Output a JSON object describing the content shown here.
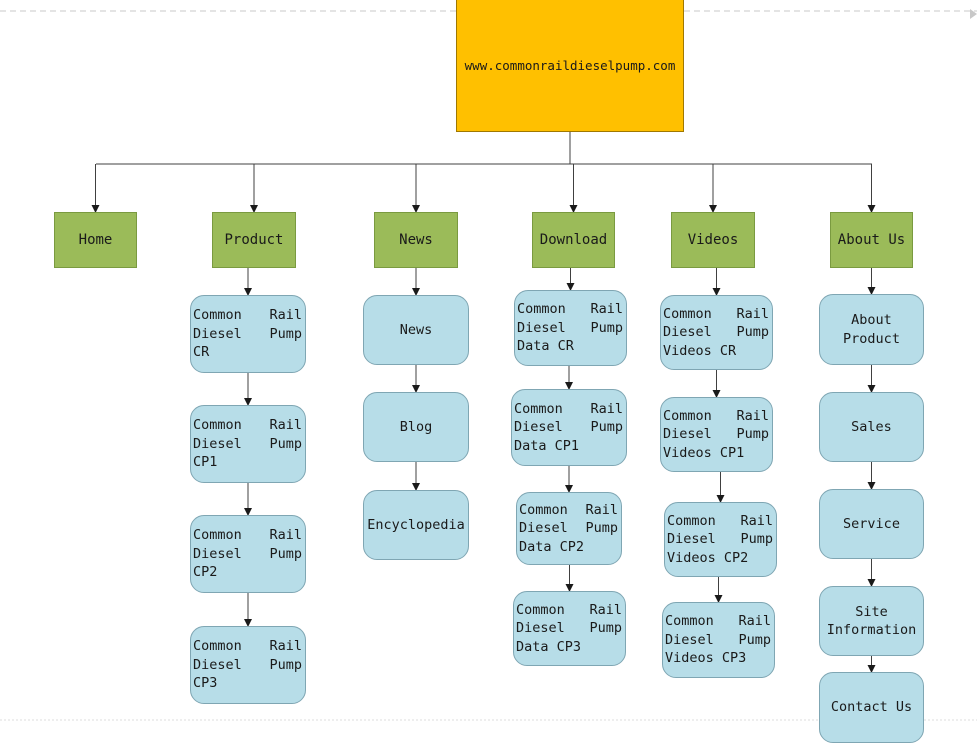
{
  "root": {
    "label": "www.commonraildieselpump.com"
  },
  "categories": [
    {
      "label": "Home",
      "children": []
    },
    {
      "label": "Product",
      "children": [
        "Common Rail Diesel Pump CR",
        "Common Rail Diesel Pump CP1",
        "Common Rail Diesel Pump CP2",
        "Common Rail Diesel Pump CP3"
      ]
    },
    {
      "label": "News",
      "children": [
        "News",
        "Blog",
        "Encyclopedia"
      ]
    },
    {
      "label": "Download",
      "children": [
        "Common Rail Diesel Pump Data CR",
        "Common Rail Diesel Pump Data CP1",
        "Common Rail Diesel Pump Data CP2",
        "Common Rail Diesel Pump Data CP3"
      ]
    },
    {
      "label": "Videos",
      "children": [
        "Common Rail Diesel Pump Videos CR",
        "Common Rail Diesel Pump Videos CP1",
        "Common Rail Diesel Pump Videos CP2",
        "Common Rail Diesel Pump Videos CP3"
      ]
    },
    {
      "label": "About Us",
      "children": [
        "About Product",
        "Sales",
        "Service",
        "Site Information",
        "Contact Us"
      ]
    }
  ],
  "colors": {
    "root_fill": "#ffc000",
    "category_fill": "#9bbb59",
    "page_fill": "#b7dde8",
    "connector": "#404040",
    "page_border": "#c8c8c8"
  }
}
